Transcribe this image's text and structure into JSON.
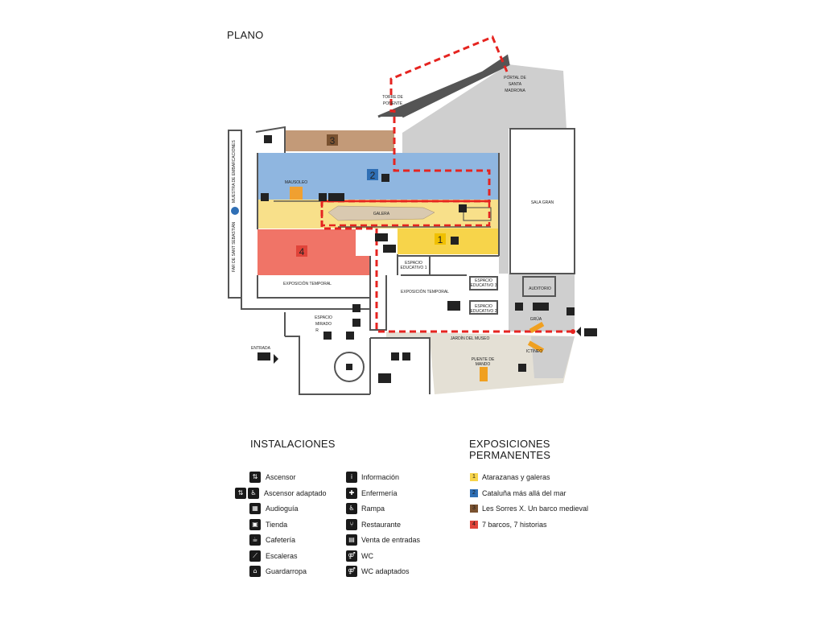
{
  "title": "PLANO",
  "map_labels": {
    "portal": [
      "PORTAL DE",
      "SANTA",
      "MADRONA"
    ],
    "torre": [
      "TORRE DE",
      "PONENTE"
    ],
    "sala_gran": "SALA GRAN",
    "mausoleo": "MAUSOLEO",
    "galera": "GALERA",
    "espacio_educativo_3": [
      "ESPACIO",
      "EDUCATIVO 3"
    ],
    "espacio_educativo_1": [
      "ESPACIO",
      "EDUCATIVO 1"
    ],
    "espacio_educativo_2": [
      "ESPACIO",
      "EDUCATIVO 2"
    ],
    "exposicion_temporal_left": "EXPOSICIÓN TEMPORAL",
    "exposicion_temporal_mid": "EXPOSICIÓN TEMPORAL",
    "auditorio": "AUDITORIO",
    "espacio_mirador": [
      "ESPACIO",
      "MIRADO",
      "R"
    ],
    "jardin": "JARDÍN DEL MUSEO",
    "puente": [
      "PUENTE DE",
      "MANDO"
    ],
    "grua": "GRÚA",
    "ictineo": "ICTÍNEO",
    "entrada": "ENTRADA",
    "muestra": "MUESTRA DE EMBARCACIONES",
    "faro": "FAR DE SANT SEBASTIÀN"
  },
  "zone_numbers": [
    "1",
    "2",
    "3",
    "4"
  ],
  "colors": {
    "zone1": "#f7d44a",
    "zone2": "#8fb6e0",
    "zone3": "#c39a78",
    "zone4": "#f07467",
    "yellow_band": "#f8e08a",
    "grey": "#cfcfcf",
    "garden": "#e4e0d5",
    "route": "#e52420",
    "crane": "#f0a020"
  },
  "instalaciones": {
    "title": "INSTALACIONES",
    "col1": [
      {
        "icon": "elevator-icon",
        "glyph": "⇅",
        "label": "Ascensor"
      },
      {
        "icon": "accessible-elevator-icon",
        "glyph": "⇅",
        "glyph2": "♿",
        "label": "Ascensor  adaptado"
      },
      {
        "icon": "audioguide-icon",
        "glyph": "▦",
        "label": "Audioguía"
      },
      {
        "icon": "shop-icon",
        "glyph": "▣",
        "label": "Tienda"
      },
      {
        "icon": "cafe-icon",
        "glyph": "☕",
        "label": "Cafetería"
      },
      {
        "icon": "stairs-icon",
        "glyph": "⟋",
        "label": "Escaleras"
      },
      {
        "icon": "cloakroom-icon",
        "glyph": "⌂",
        "label": "Guardarropa"
      }
    ],
    "col2": [
      {
        "icon": "info-icon",
        "glyph": "i",
        "label": "Información"
      },
      {
        "icon": "first-aid-icon",
        "glyph": "✚",
        "label": "Enfermería"
      },
      {
        "icon": "ramp-icon",
        "glyph": "♿",
        "label": "Rampa"
      },
      {
        "icon": "restaurant-icon",
        "glyph": "⑂",
        "label": "Restaurante"
      },
      {
        "icon": "tickets-icon",
        "glyph": "▤",
        "label": "Venta de entradas"
      },
      {
        "icon": "wc-icon",
        "glyph": "⚤",
        "label": "WC"
      },
      {
        "icon": "accessible-wc-icon",
        "glyph": "⚤",
        "label": "WC adaptados"
      }
    ]
  },
  "exposiciones": {
    "title_line1": "EXPOSICIONES",
    "title_line2": "PERMANENTES",
    "items": [
      {
        "num": "1",
        "color": "#f7d44a",
        "label": "Atarazanas y galeras"
      },
      {
        "num": "2",
        "color": "#2f6fb5",
        "label": "Cataluña más allá del mar"
      },
      {
        "num": "3",
        "color": "#7a5230",
        "label": "Les Sorres X. Un barco medieval"
      },
      {
        "num": "4",
        "color": "#e0443a",
        "label": "7 barcos, 7 historias"
      }
    ]
  }
}
